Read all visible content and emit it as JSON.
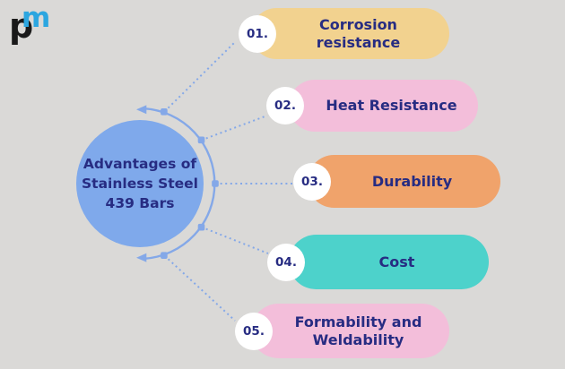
{
  "colors": {
    "background": "#DAD9D7",
    "navy": "#272C82",
    "circle_blue": "#7FA9EB",
    "connector": "#84A8E8",
    "badge_white": "#FFFFFF",
    "logo_black": "#1A1A1A",
    "logo_blue": "#2CA6E0"
  },
  "logo": {
    "letter_p": "p",
    "letter_m": "m"
  },
  "center": {
    "title_lines": [
      "Advantages of",
      "Stainless Steel",
      "439 Bars"
    ]
  },
  "items": [
    {
      "number": "01.",
      "label": "Corrosion resistance",
      "color": "#F2D28F"
    },
    {
      "number": "02.",
      "label": "Heat Resistance",
      "color": "#F3BEDA"
    },
    {
      "number": "03.",
      "label": "Durability",
      "color": "#F0A36B"
    },
    {
      "number": "04.",
      "label": "Cost",
      "color": "#4DD2CB"
    },
    {
      "number": "05.",
      "label": "Formability and Weldability",
      "color": "#F3BEDA"
    }
  ]
}
